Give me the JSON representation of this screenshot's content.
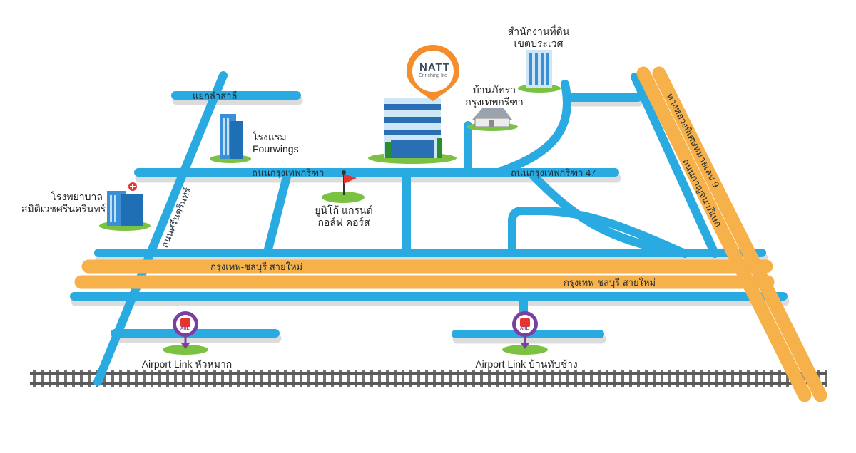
{
  "colors": {
    "road": "#29aae1",
    "highway": "#f7b14a",
    "shadow": "#dcdcdc",
    "grass": "#7cc242",
    "rail": "#6e6e6e",
    "pin": "#7b3fa0",
    "brand_pin": "#f58d2c",
    "golf_flag": "#e8342f"
  },
  "roads": {
    "yaek_lam_sali": "แยกลำสาลี",
    "krungthep_kreetha": "ถนนกรุงเทพกรีฑา",
    "krungthep_kreetha_47": "ถนนกรุงเทพกรีฑา 47",
    "srinakarin": "ถนนศรีนครินทร์",
    "highway_1": "กรุงเทพ-ชลบุรี สายใหม่",
    "highway_2": "กรุงเทพ-ชลบุรี สายใหม่",
    "motorway_9": "ทางหลวงพิเศษหมายเลข 9",
    "kanchanaphisek": "ถนนกาญจนาภิเษก"
  },
  "places": {
    "hotel": {
      "line1": "โรงแรม",
      "line2": "Fourwings",
      "icon": "hotel-building-icon"
    },
    "hospital": {
      "line1": "โรงพยาบาล",
      "line2": "สมิติเวชศรีนครินทร์",
      "icon": "hospital-building-icon"
    },
    "land_office": {
      "line1": "สำนักงานที่ดิน",
      "line2": "เขตประเวศ",
      "icon": "office-building-icon"
    },
    "baan_pattra": {
      "line1": "บ้านภัทรา",
      "line2": "กรุงเทพกรีฑา",
      "icon": "house-icon"
    },
    "golf": {
      "line1": "ยูนิโก้ แกรนด์",
      "line2": "กอล์ฟ คอร์ส",
      "icon": "golf-flag-icon"
    },
    "natt": {
      "logo": "NATT",
      "tagline": "Enriching life",
      "icon": "natt-location-pin-icon"
    }
  },
  "stations": {
    "hua_mak": {
      "label": "Airport Link หัวหมาก",
      "icon": "airport-link-train-icon",
      "badge": "ARL"
    },
    "ban_thap_chang": {
      "label": "Airport Link บ้านทับช้าง",
      "icon": "airport-link-train-icon",
      "badge": "ARL"
    }
  }
}
